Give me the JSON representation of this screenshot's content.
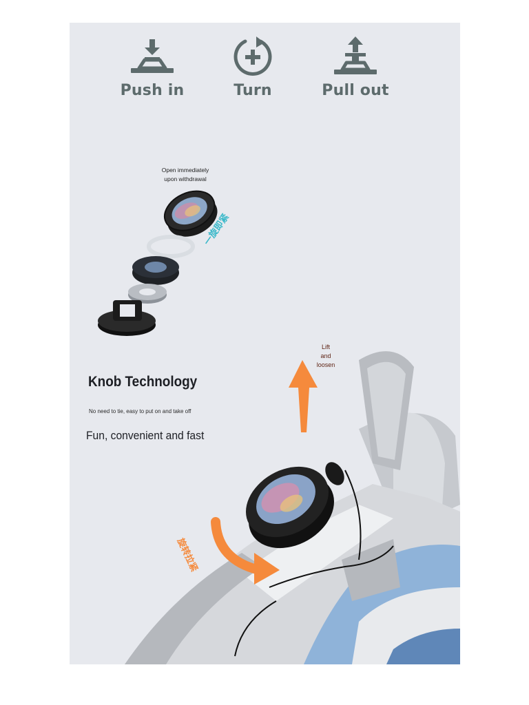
{
  "steps": [
    {
      "label": "Push in",
      "icon": "push-in-icon"
    },
    {
      "label": "Turn",
      "icon": "turn-plus-icon"
    },
    {
      "label": "Pull out",
      "icon": "pull-out-icon"
    }
  ],
  "exploded_view": {
    "callout_line1": "Open immediately",
    "callout_line2": "upon withdrawal",
    "cn_label": "一旋即紧"
  },
  "feature": {
    "title": "Knob Technology",
    "subtitle": "No need to tie, easy to put on and take off",
    "tagline": "Fun, convenient and fast"
  },
  "shoe": {
    "lift_line1": "Lift",
    "lift_line2": "and",
    "lift_line3": "loosen",
    "cn_rotate": "旋转拉紧"
  },
  "colors": {
    "panel": "#e7e9ee",
    "icon": "#5d6b6c",
    "accent_orange": "#f58a3c",
    "cn_teal": "#39b8c9",
    "shoe_blue": "#8fb3d9"
  }
}
